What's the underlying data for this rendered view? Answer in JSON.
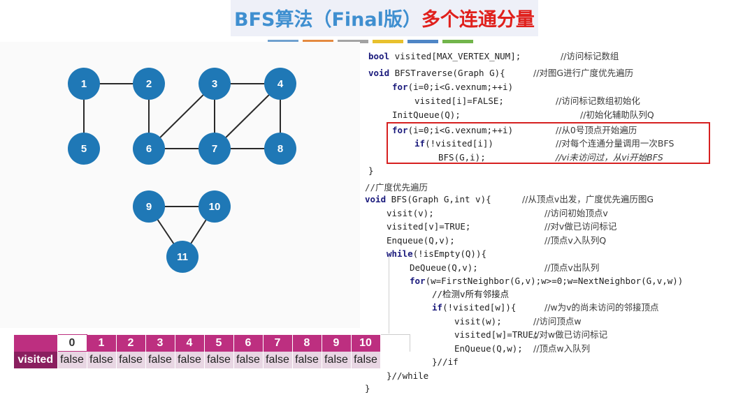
{
  "title": {
    "main": "BFS算法（Final版）",
    "highlight": "多个连通分量"
  },
  "colors": {
    "title_blue": "#3f8fd0",
    "title_red": "#e0201c",
    "node": "#1f78b6",
    "table_header": "#bd2f80",
    "table_label": "#8a1f5f",
    "table_cell": "#e8d6e3",
    "highlight_box": "#d62020"
  },
  "title_bar_colors": [
    "#6fa0cf",
    "#e48a40",
    "#a3a3a3",
    "#e8c12e",
    "#4f86c6",
    "#72b54b"
  ],
  "graph": {
    "nodes": [
      {
        "id": 1,
        "label": "1"
      },
      {
        "id": 2,
        "label": "2"
      },
      {
        "id": 3,
        "label": "3"
      },
      {
        "id": 4,
        "label": "4"
      },
      {
        "id": 5,
        "label": "5"
      },
      {
        "id": 6,
        "label": "6"
      },
      {
        "id": 7,
        "label": "7"
      },
      {
        "id": 8,
        "label": "8"
      },
      {
        "id": 9,
        "label": "9"
      },
      {
        "id": 10,
        "label": "10"
      },
      {
        "id": 11,
        "label": "11"
      }
    ],
    "edges": [
      [
        1,
        2
      ],
      [
        1,
        5
      ],
      [
        2,
        6
      ],
      [
        3,
        6
      ],
      [
        3,
        7
      ],
      [
        3,
        4
      ],
      [
        4,
        7
      ],
      [
        4,
        8
      ],
      [
        6,
        7
      ],
      [
        7,
        8
      ],
      [
        9,
        10
      ],
      [
        9,
        11
      ],
      [
        10,
        11
      ]
    ]
  },
  "code": {
    "lines": [
      "bool visited[MAX_VERTEX_NUM];",
      "void BFSTraverse(Graph G){",
      "for(i=0;i<G.vexnum;++i)",
      "visited[i]=FALSE;",
      "InitQueue(Q);",
      "for(i=0;i<G.vexnum;++i)",
      "if(!visited[i])",
      "BFS(G,i);",
      "}",
      "//广度优先遍历",
      "void BFS(Graph G,int v){",
      "visit(v);",
      "visited[v]=TRUE;",
      "Enqueue(Q,v);",
      "while(!isEmpty(Q)){",
      "DeQueue(Q,v);",
      "for(w=FirstNeighbor(G,v);w>=0;w=NextNeighbor(G,v,w))",
      "//检测v所有邻接点",
      "if(!visited[w]){",
      "visit(w);",
      "visited[w]=TRUE;",
      "EnQueue(Q,w);",
      "}//if",
      "}//while",
      "}"
    ],
    "comments": [
      "//访问标记数组",
      "//对图G进行广度优先遍历",
      "//访问标记数组初始化",
      "//初始化辅助队列Q",
      "//从0号顶点开始遍历",
      "//对每个连通分量调用一次BFS",
      "//vi未访问过，从vi开始BFS",
      "//从顶点v出发，广度优先遍历图G",
      "//访问初始顶点v",
      "//对v做已访问标记",
      "//顶点v入队列Q",
      "//顶点v出队列",
      "//w为v的尚未访问的邻接顶点",
      "//访问顶点w",
      "//对w做已访问标记",
      "//顶点w入队列"
    ]
  },
  "visited_table": {
    "label": "visited",
    "indices": [
      "0",
      "1",
      "2",
      "3",
      "4",
      "5",
      "6",
      "7",
      "8",
      "9",
      "10"
    ],
    "values": [
      "false",
      "false",
      "false",
      "false",
      "false",
      "false",
      "false",
      "false",
      "false",
      "false",
      "false"
    ]
  }
}
